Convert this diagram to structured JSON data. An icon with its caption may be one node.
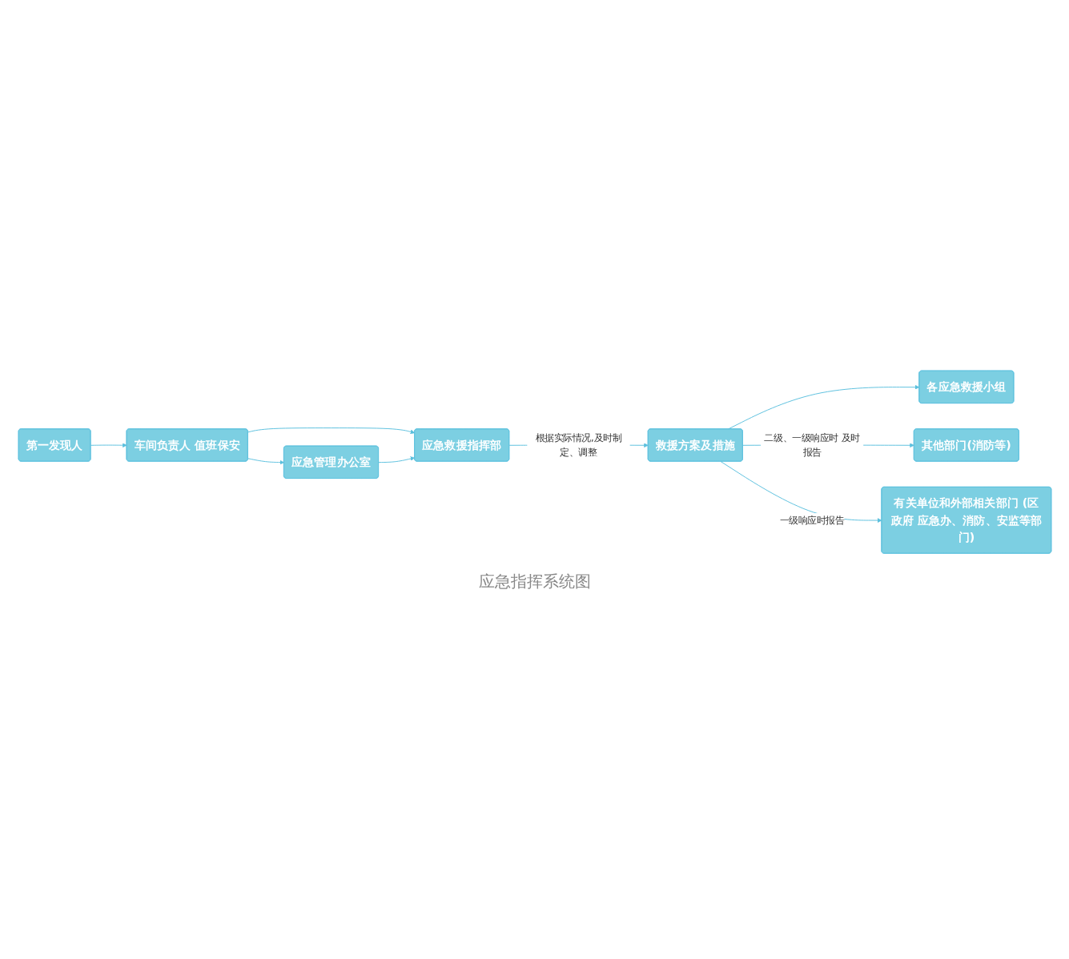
{
  "diagram": {
    "caption": "应急指挥系统图",
    "nodes": [
      {
        "text": [
          "第一发现人"
        ]
      },
      {
        "text": [
          "车间负责人 值班保安"
        ]
      },
      {
        "text": [
          "应急管理办公室"
        ]
      },
      {
        "text": [
          "应急救援指挥部"
        ]
      },
      {
        "text": [
          "救援方案及措施"
        ]
      },
      {
        "text": [
          "各应急救援小组"
        ]
      },
      {
        "text": [
          "其他部门(消防等)"
        ]
      },
      {
        "text": [
          "有关单位和外部相关部门 (区政府 应急办、消防、安监等部门)"
        ]
      }
    ],
    "edges": [
      {
        "from": 0,
        "to": 1,
        "arrow": "to"
      },
      {
        "from": 1,
        "to": 2,
        "arrow": "to"
      },
      {
        "from": 1,
        "to": 3,
        "arrow": "to"
      },
      {
        "from": 2,
        "to": 3,
        "arrow": "to"
      },
      {
        "from": 3,
        "to": 4,
        "arrow": "to",
        "label": "根据实际情况,及时制定、调整"
      },
      {
        "from": 4,
        "to": 5,
        "arrow": "to"
      },
      {
        "from": 4,
        "to": 6,
        "arrow": "to",
        "label": "二级、一级响应时 及时报告"
      },
      {
        "from": 4,
        "to": 7,
        "arrow": "to",
        "label": "一级响应时报告"
      }
    ]
  }
}
